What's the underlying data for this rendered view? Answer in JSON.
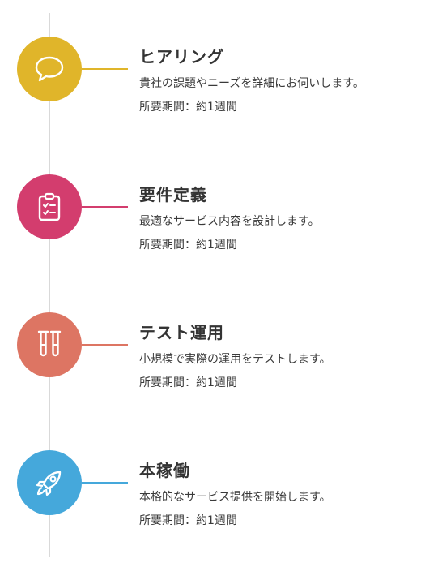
{
  "steps": [
    {
      "title": "ヒアリング",
      "description": "貴社の課題やニーズを詳細にお伺いします。",
      "duration": "所要期間：約1週間",
      "color": "#e0b52a",
      "icon": "speech-bubble-icon"
    },
    {
      "title": "要件定義",
      "description": "最適なサービス内容を設計します。",
      "duration": "所要期間：約1週間",
      "color": "#d33d6e",
      "icon": "clipboard-checklist-icon"
    },
    {
      "title": "テスト運用",
      "description": "小規模で実際の運用をテストします。",
      "duration": "所要期間：約1週間",
      "color": "#dd7563",
      "icon": "test-tubes-icon"
    },
    {
      "title": "本稼働",
      "description": "本格的なサービス提供を開始します。",
      "duration": "所要期間：約1週間",
      "color": "#45a8db",
      "icon": "rocket-icon"
    }
  ]
}
